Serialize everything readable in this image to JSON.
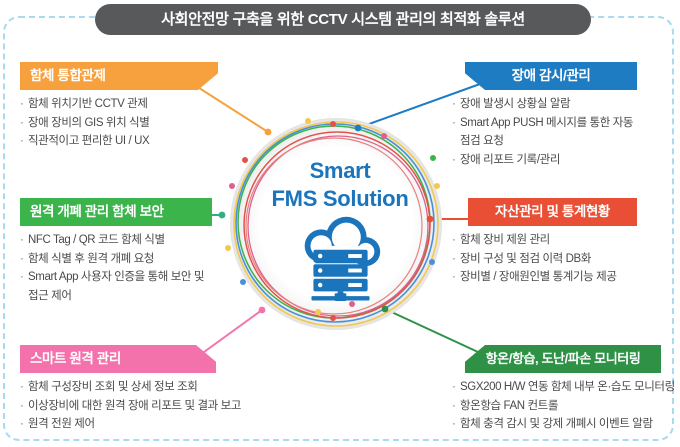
{
  "title": "사회안전망 구축을 위한 CCTV 시스템 관리의 최적화 솔루션",
  "frame_color": "#A9DAF0",
  "title_bg_color": "#58595B",
  "center": {
    "title_line1": "Smart",
    "title_line2": "FMS Solution",
    "text_color": "#1B75BC",
    "icon": "cloud-server-network-icon"
  },
  "ring_colors": [
    "#F2C94C",
    "#4A90D9",
    "#3BB44B",
    "#E2534B",
    "#E0608C",
    "#E8827F"
  ],
  "features": [
    {
      "id": "integrated-control",
      "side": "left",
      "color": "#F7A13E",
      "title": "함체 통합관제",
      "items": [
        "함체 위치기반 CCTV 관제",
        "장애 장비의 GIS 위치 식별",
        "직관적이고 편리한 UI / UX"
      ]
    },
    {
      "id": "remote-open-close-security",
      "side": "left",
      "color": "#3BB44B",
      "title": "원격 개폐 관리 함체 보안",
      "items": [
        "NFC Tag / QR 코드 함체 식별",
        "함체 식별 후 원격 개폐 요청",
        "Smart App 사용자 인증을 통해 보안 및 접근 제어"
      ]
    },
    {
      "id": "smart-remote-management",
      "side": "left",
      "color": "#F472AC",
      "title": "스마트 원격 관리",
      "items": [
        "함체 구성장비 조회 및 상세 정보 조회",
        "이상장비에 대한 원격 장애 리포트 및 결과 보고",
        "원격 전원 제어"
      ]
    },
    {
      "id": "fault-monitoring",
      "side": "right",
      "color": "#1E7CC2",
      "title": "장애 감시/관리",
      "items": [
        "장애 발생시 상황실 알람",
        "Smart App PUSH 메시지를 통한 자동 점검 요청",
        "장애 리포트 기록/관리"
      ]
    },
    {
      "id": "asset-statistics",
      "side": "right",
      "color": "#E94F35",
      "title": "자산관리 및 통계현황",
      "items": [
        "함체 장비 제원 관리",
        "장비 구성 및 점검 이력 DB화",
        "장비별 / 장애원인별 통계기능 제공"
      ]
    },
    {
      "id": "environment-monitoring",
      "side": "right",
      "color": "#2E9145",
      "title": "항온/항습, 도난/파손 모니터링",
      "items": [
        "SGX200 H/W 연동 함체 내부 온·습도 모니터링",
        "항온항습 FAN 컨트롤",
        "함체 충격 감시 및 강제 개폐시 이벤트 알람"
      ]
    }
  ]
}
